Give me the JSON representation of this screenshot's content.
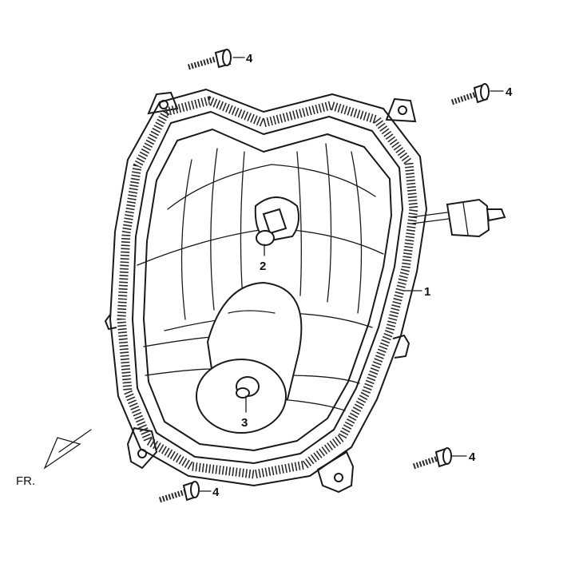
{
  "diagram": {
    "callouts": {
      "housing": "1",
      "bulb_upper": "2",
      "bulb_lower": "3",
      "screw": "4"
    },
    "direction_label": "FR."
  }
}
